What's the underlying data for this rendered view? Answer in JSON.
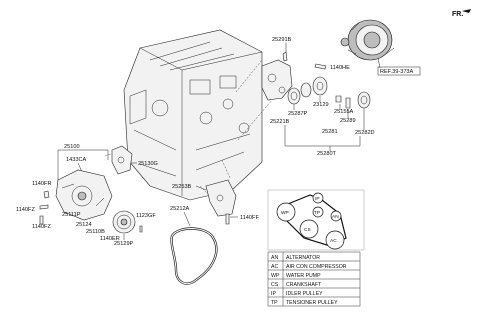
{
  "direction": {
    "label": "FR."
  },
  "labels": {
    "l25291B": "25291B",
    "l1140HE": "1140HE",
    "ref": "REF.39-373A",
    "l23129": "23129",
    "l25155A": "25155A",
    "l25289": "25289",
    "l25287P": "25287P",
    "l25221B": "25221B",
    "l25281": "25281",
    "l25282D": "25282D",
    "l25280T": "25280T",
    "l25100": "25100",
    "l1433CA": "1433CA",
    "l25130G": "25130G",
    "l1140FR": "1140FR",
    "l1140FZa": "1140FZ",
    "l1140FZb": "1140FZ",
    "l25111P": "25111P",
    "l25124": "25124",
    "l25110B": "25110B",
    "l1140ER": "1140ER",
    "l1123GF": "1123GF",
    "l25129P": "25129P",
    "l25253B": "25253B",
    "l25212A": "25212A",
    "l1140FF": "1140FF"
  },
  "pulleys": {
    "wp": "WP",
    "ip": "IP",
    "tp": "TP",
    "an": "AN",
    "cs": "CS",
    "ac": "AC"
  },
  "legend": [
    {
      "code": "AN",
      "name": "ALTERNATOR"
    },
    {
      "code": "AC",
      "name": "AIR CON COMPRESSOR"
    },
    {
      "code": "WP",
      "name": "WATER PUMP"
    },
    {
      "code": "CS",
      "name": "CRANKSHAFT"
    },
    {
      "code": "IP",
      "name": "IDLER PULLEY"
    },
    {
      "code": "TP",
      "name": "TENSIONER PULLEY"
    }
  ]
}
